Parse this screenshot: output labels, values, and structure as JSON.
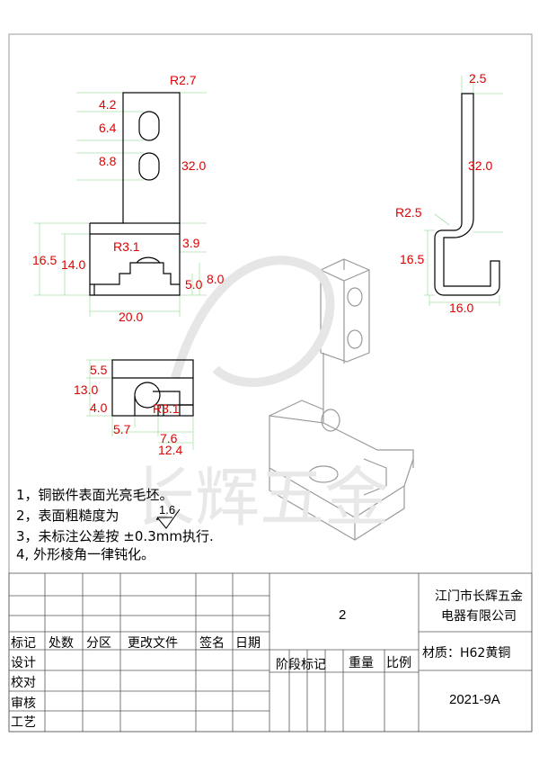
{
  "dimensions": {
    "front": {
      "r_top": "R2.7",
      "d42": "4.2",
      "d64": "6.4",
      "d88": "8.8",
      "d320": "32.0",
      "r31": "R3.1",
      "d39": "3.9",
      "d165": "16.5",
      "d140": "14.0",
      "d50": "5.0",
      "d80": "8.0",
      "d200": "20.0"
    },
    "side": {
      "d25": "2.5",
      "d320": "32.0",
      "r25": "R2.5",
      "d165": "16.5",
      "d160": "16.0"
    },
    "bottom": {
      "d55": "5.5",
      "d130": "13.0",
      "d40": "4.0",
      "r31": "R3.1",
      "d57": "5.7",
      "d76": "7.6",
      "d124": "12.4"
    }
  },
  "watermark": {
    "text": "长辉五金"
  },
  "notes": [
    "1，铜嵌件表面光亮毛坯。",
    "2，表面粗糙度为",
    "3，未标注公差按  ±0.3mm执行.",
    "4,    外形棱角一律钝化。"
  ],
  "roughness": "1.6",
  "title_block": {
    "quantity": "2",
    "company_line1": "江门市长辉五金",
    "company_line2": "电器有限公司",
    "headers": [
      "标记",
      "处数",
      "分区",
      "更改文件",
      "签名",
      "日期"
    ],
    "stage_headers": [
      "阶段标记",
      "重量",
      "比例"
    ],
    "material": "材质：H62黄铜",
    "rows": [
      "设计",
      "校对",
      "审核",
      "工艺"
    ],
    "date": "2021-9A"
  }
}
